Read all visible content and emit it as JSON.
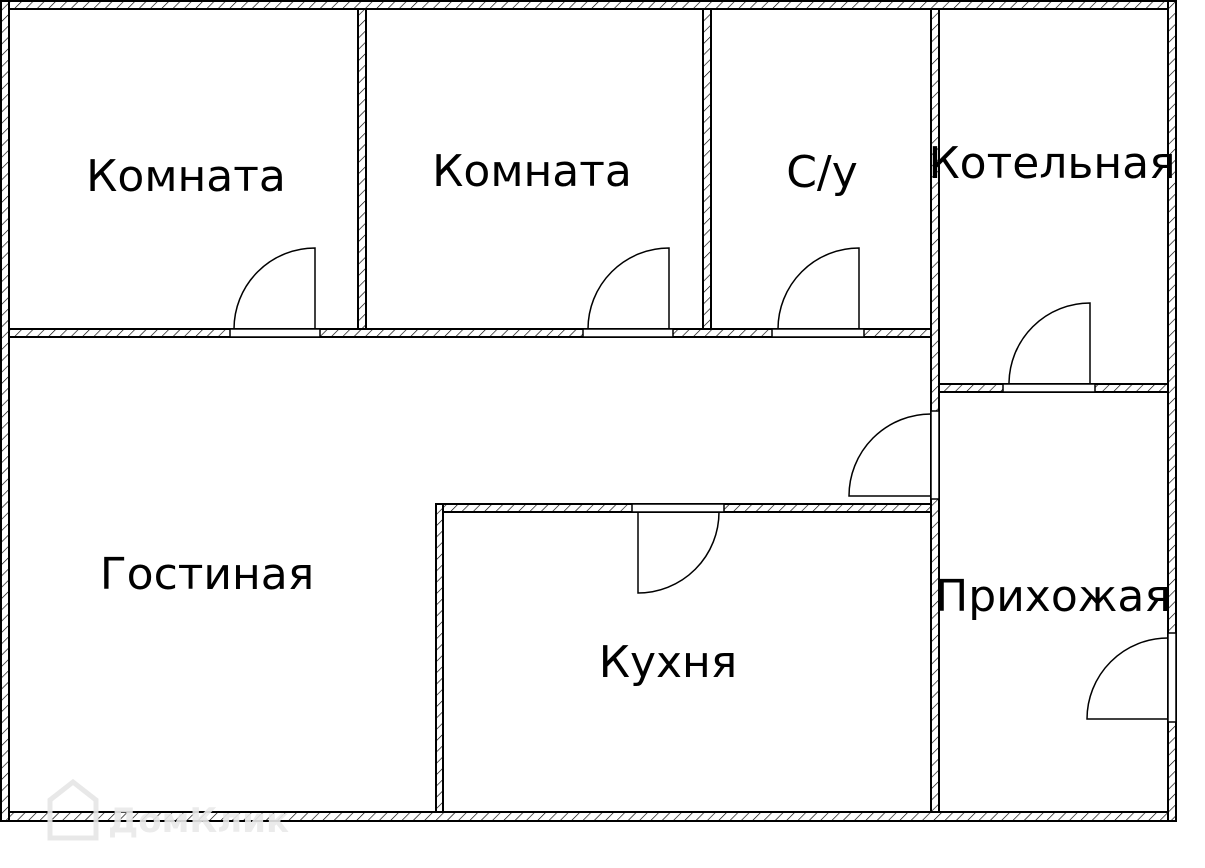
{
  "plan": {
    "rooms": {
      "room1": "Комната",
      "room2": "Комната",
      "bathroom": "С/у",
      "boiler_room": "Котельная",
      "living_room": "Гостиная",
      "kitchen": "Кухня",
      "hallway": "Прихожая"
    },
    "watermark": "ДомКлик"
  }
}
